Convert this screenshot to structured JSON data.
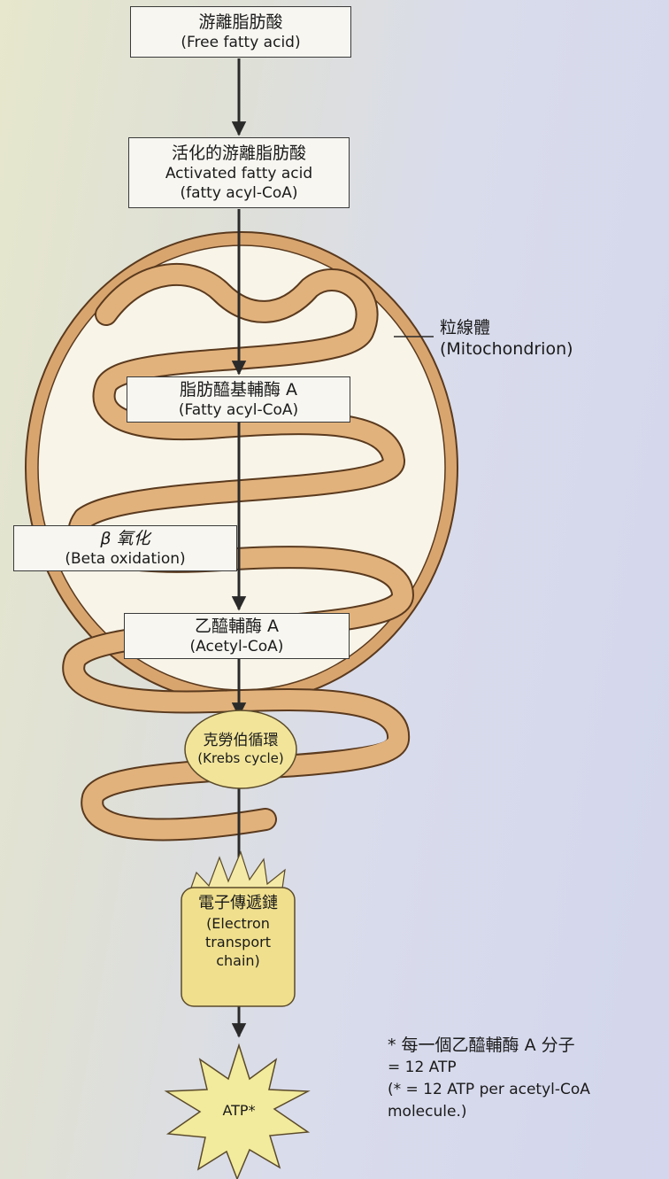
{
  "free_fatty_acid": {
    "zh": "游離脂肪酸",
    "en": "(Free fatty acid)"
  },
  "activated_fatty_acid": {
    "zh": "活化的游離脂肪酸",
    "en1": "Activated fatty acid",
    "en2": "(fatty acyl-CoA)"
  },
  "mitochondrion": {
    "zh": "粒線體",
    "en": "(Mitochondrion)"
  },
  "fatty_acyl_coa": {
    "zh": "脂肪醯基輔酶 A",
    "en": "(Fatty acyl-CoA)"
  },
  "beta_oxidation": {
    "zh": "β 氧化",
    "en": "(Beta oxidation)"
  },
  "acetyl_coa": {
    "zh": "乙醯輔酶 A",
    "en": "(Acetyl-CoA)"
  },
  "krebs_cycle": {
    "zh": "克勞伯循環",
    "en": "(Krebs cycle)"
  },
  "electron_transport_chain": {
    "zh": "電子傳遞鏈",
    "en1": "(Electron",
    "en2": "transport",
    "en3": "chain)"
  },
  "atp": {
    "label": "ATP*"
  },
  "footnote": {
    "zh": "* 每一個乙醯輔酶 A 分子",
    "eq": "= 12 ATP",
    "en1": "(* = 12 ATP per acetyl-CoA",
    "en2": "molecule.)"
  },
  "colors": {
    "membrane": "#e2b27c",
    "membrane_outline": "#5a3a1e",
    "krebs_fill": "#f2e59a",
    "etc_fill": "#f0e08e",
    "atp_fill": "#f2ea9c",
    "arrow": "#2a2a2a"
  }
}
